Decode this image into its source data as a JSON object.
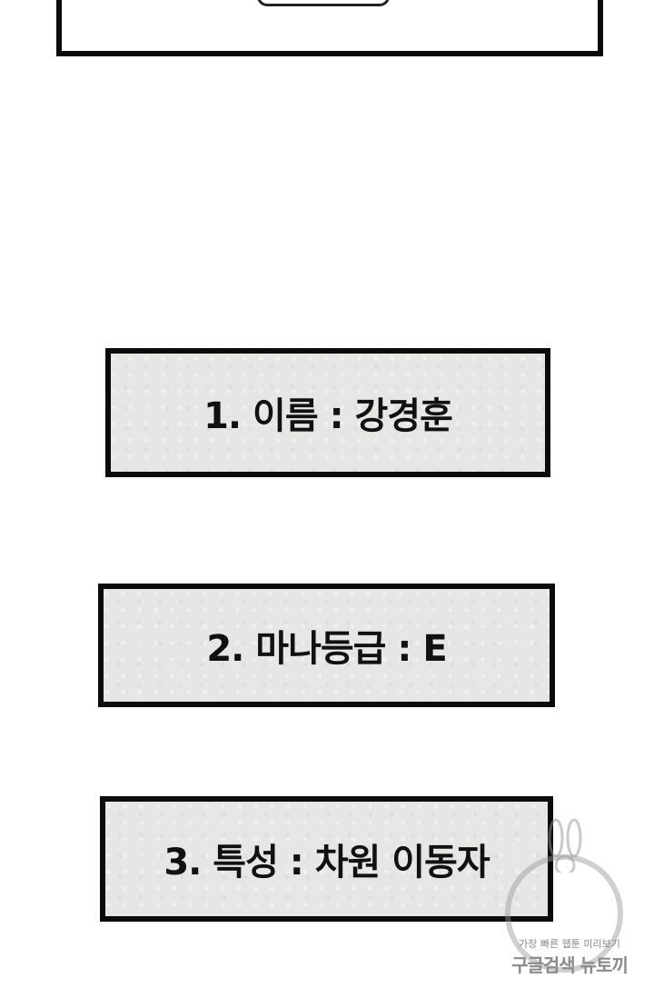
{
  "panels": {
    "item1": "1. 이름 : 강경훈",
    "item2": "2. 마나등급 : E",
    "item3": "3. 특성 : 차원 이동자"
  },
  "watermark": {
    "line1": "가장 빠른 웹툰 미리보기",
    "line2": "구글검색 뉴토끼",
    "icon": "rabbit-mascot-icon"
  },
  "colors": {
    "border": "#0b0b0b",
    "panel_fill": "#e6e6e4",
    "text": "#111111",
    "watermark": "#8a8a8a"
  }
}
